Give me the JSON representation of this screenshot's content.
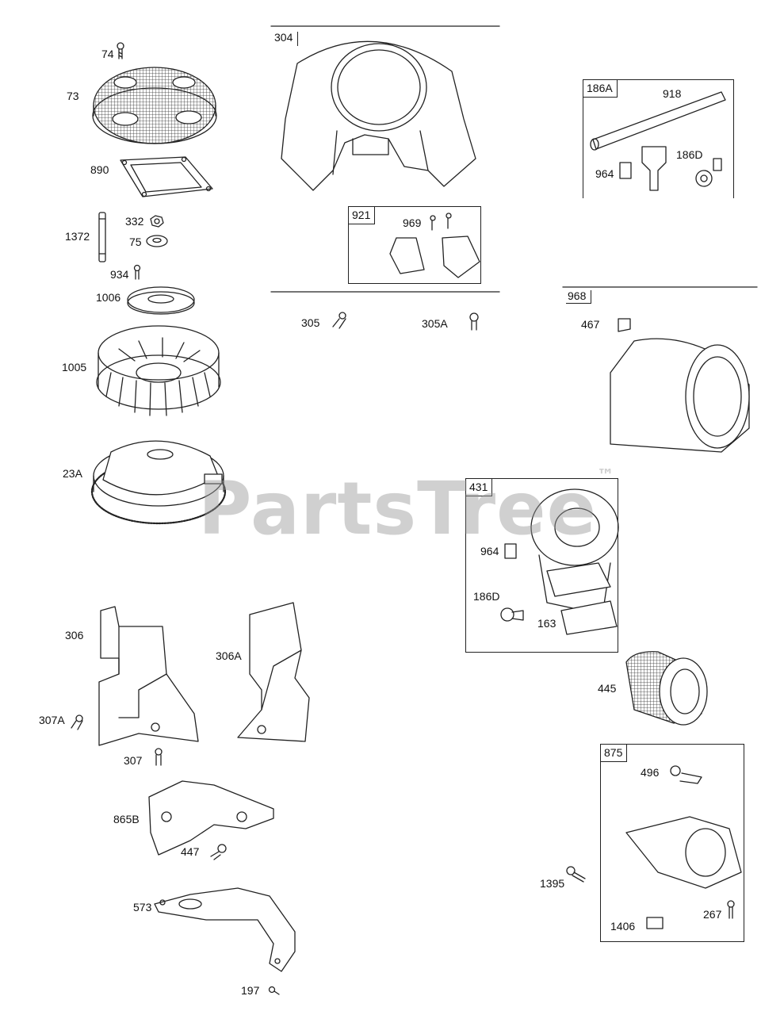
{
  "watermark": {
    "text": "PartsTree",
    "mark": "™"
  },
  "labels": {
    "p74": "74",
    "p73": "73",
    "p890": "890",
    "p1372": "1372",
    "p332": "332",
    "p75": "75",
    "p934": "934",
    "p1006": "1006",
    "p1005": "1005",
    "p23a": "23A",
    "p304": "304",
    "p921": "921",
    "p969": "969",
    "p305": "305",
    "p305a": "305A",
    "p186a": "186A",
    "p918": "918",
    "p964a": "964",
    "p186da": "186D",
    "p968": "968",
    "p467": "467",
    "p431": "431",
    "p964b": "964",
    "p186db": "186D",
    "p163": "163",
    "p445": "445",
    "p875": "875",
    "p496": "496",
    "p1395": "1395",
    "p267": "267",
    "p1406": "1406",
    "p306": "306",
    "p306a": "306A",
    "p307a": "307A",
    "p307": "307",
    "p865b": "865B",
    "p447": "447",
    "p573": "573",
    "p197": "197"
  },
  "colors": {
    "line": "#222222",
    "watermark": "#969696",
    "background": "#ffffff"
  }
}
